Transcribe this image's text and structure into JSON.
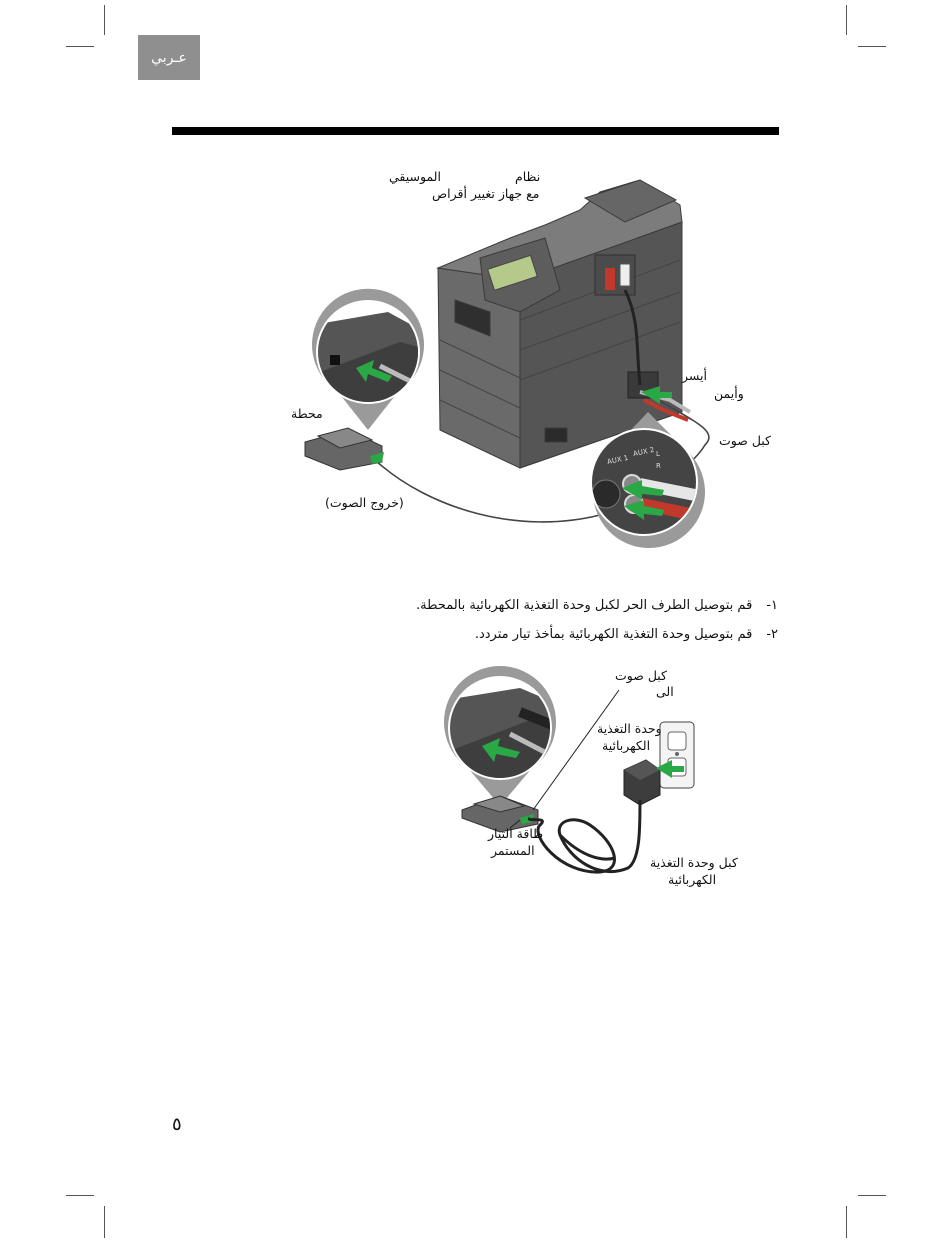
{
  "header": {
    "language_tab": "عـربي"
  },
  "figure1": {
    "label_system_line1": "نظام",
    "label_system_music": "الموسيقي",
    "label_system_line2": "مع جهاز تغيير أقراص",
    "label_station": "محطة",
    "label_audio_out": "(خروج الصوت)",
    "label_left": "أيسر",
    "label_right": "وأيمن",
    "label_audio_cable": "كبل صوت",
    "jack_aux1": "AUX 1",
    "jack_aux2": "AUX 2",
    "jack_l": "L",
    "jack_r": "R"
  },
  "steps": [
    {
      "num": "١-",
      "text": "قم بتوصيل الطرف الحر لكبل وحدة التغذية الكهربائية بالمحطة."
    },
    {
      "num": "٢-",
      "text": "قم بتوصيل وحدة التغذية الكهربائية بمأخذ تيار متردد."
    }
  ],
  "figure2": {
    "label_audio_cable_line1": "كبل صوت",
    "label_audio_cable_line2": "الى",
    "label_psu_line1": "وحدة التغذية",
    "label_psu_line2": "الكهربائية",
    "label_dc_line1": "طاقة التيار",
    "label_dc_line2": "المستمر",
    "label_psu_cable_line1": "كبل وحدة التغذية",
    "label_psu_cable_line2": "الكهربائية"
  },
  "footer": {
    "page_number": "٥"
  }
}
